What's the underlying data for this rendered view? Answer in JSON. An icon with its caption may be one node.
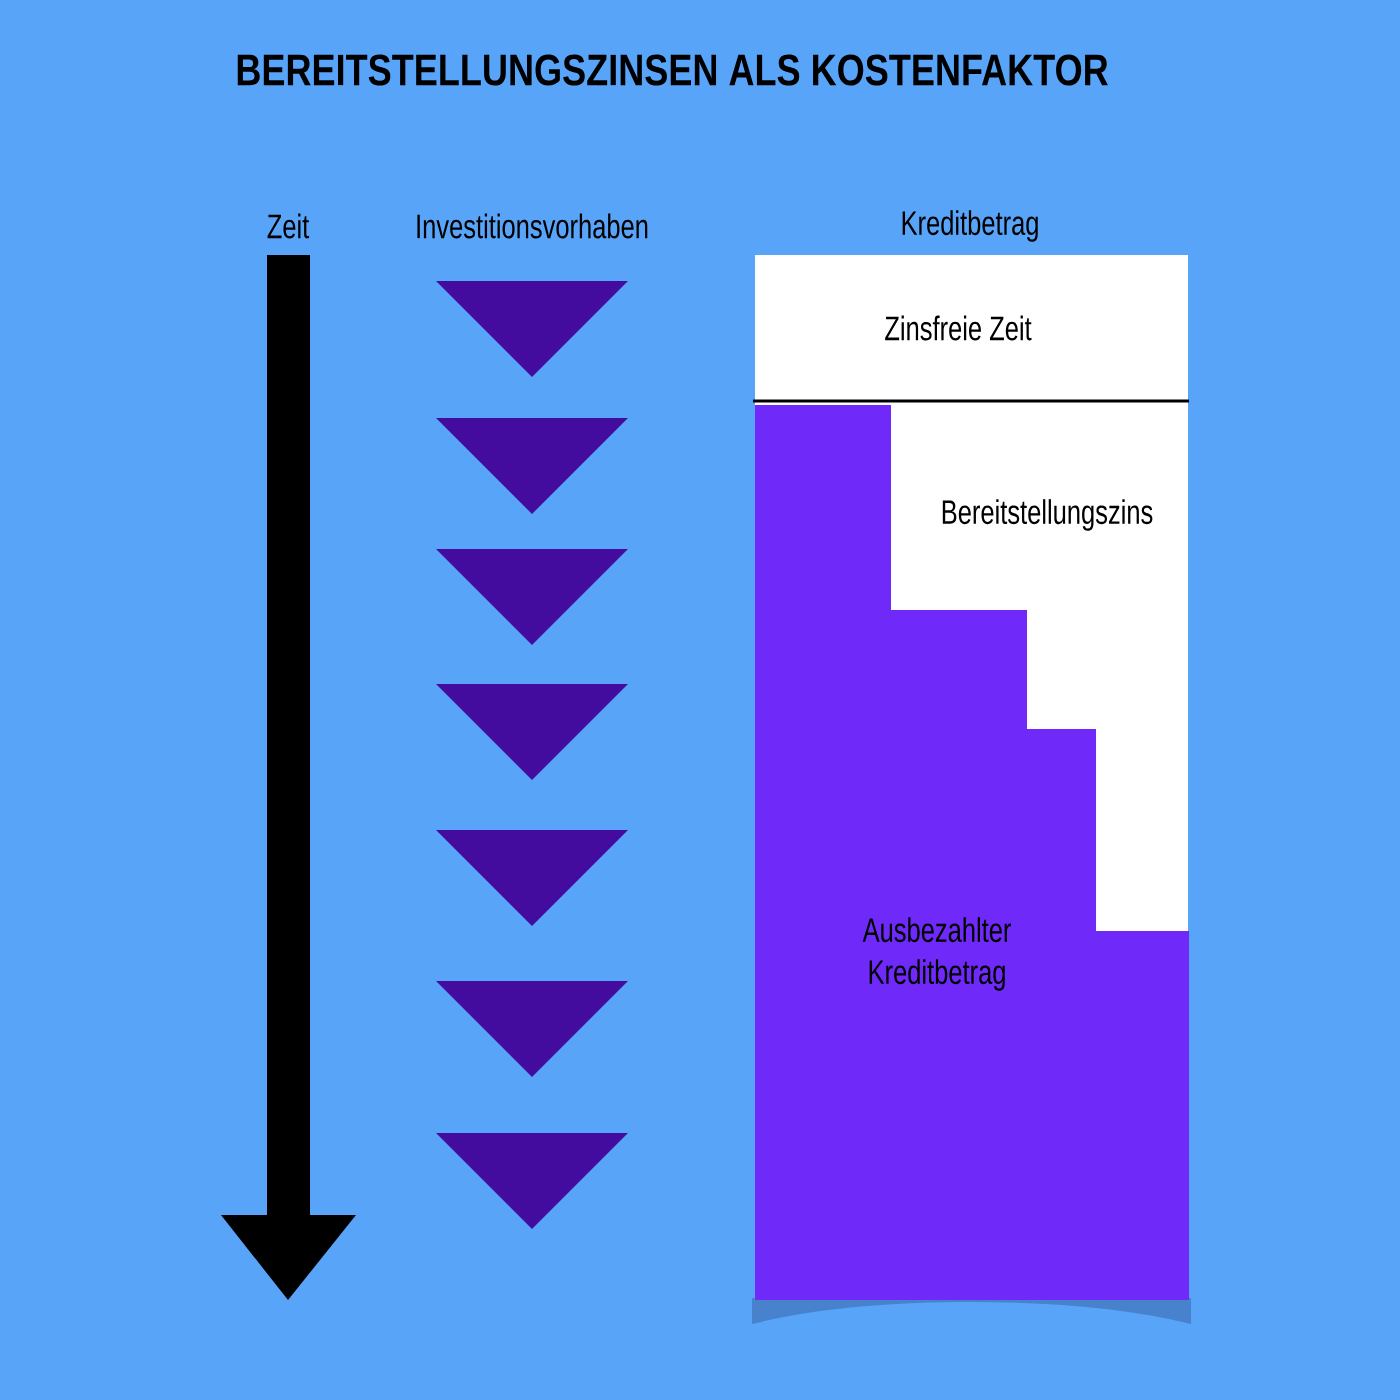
{
  "diagram": {
    "title": "BEREITSTELLUNGSZINSEN ALS KOSTENFAKTOR",
    "nodes": [
      {
        "text": [],
        "shape": "triangle"
      },
      {
        "text": [],
        "shape": "triangle"
      },
      {
        "text": [],
        "shape": "triangle"
      },
      {
        "text": [],
        "shape": "triangle"
      },
      {
        "text": [],
        "shape": "triangle"
      },
      {
        "text": [],
        "shape": "triangle"
      },
      {
        "text": [],
        "shape": "triangle"
      },
      {
        "text": [
          "Kreditbetrag"
        ]
      },
      {
        "text": [
          "Zinsfreie Zeit"
        ],
        "in": 7
      },
      {
        "text": [
          "Bereitstellungszins"
        ],
        "in": 7
      },
      {
        "text": [
          "Ausbezahlter Kreditbetrag"
        ],
        "in": 7
      }
    ],
    "labels": [
      "Zeit",
      "Investitionsvorhaben"
    ]
  }
}
